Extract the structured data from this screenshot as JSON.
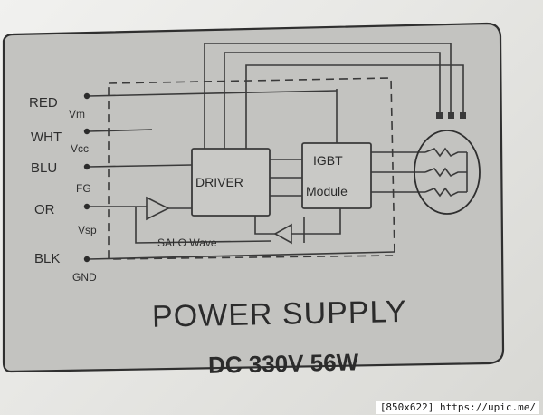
{
  "label": {
    "pins": [
      {
        "name": "RED",
        "signal": "Vm"
      },
      {
        "name": "WHT",
        "signal": "Vcc"
      },
      {
        "name": "BLU",
        "signal": "FG"
      },
      {
        "name": "OR",
        "signal": "Vsp"
      },
      {
        "name": "BLK",
        "signal": "GND"
      }
    ],
    "driver_label": "DRIVER",
    "igbt_label_line1": "IGBT",
    "igbt_label_line2": "Module",
    "wave_label": "SALO Wave",
    "title": "POWER SUPPLY",
    "rating": "DC 330V 56W"
  },
  "watermark": "[850x622] https://upic.me/",
  "colors": {
    "label_face": "#c3c3c0",
    "ink": "#2b2b2b",
    "background": "#e4e4e1"
  }
}
